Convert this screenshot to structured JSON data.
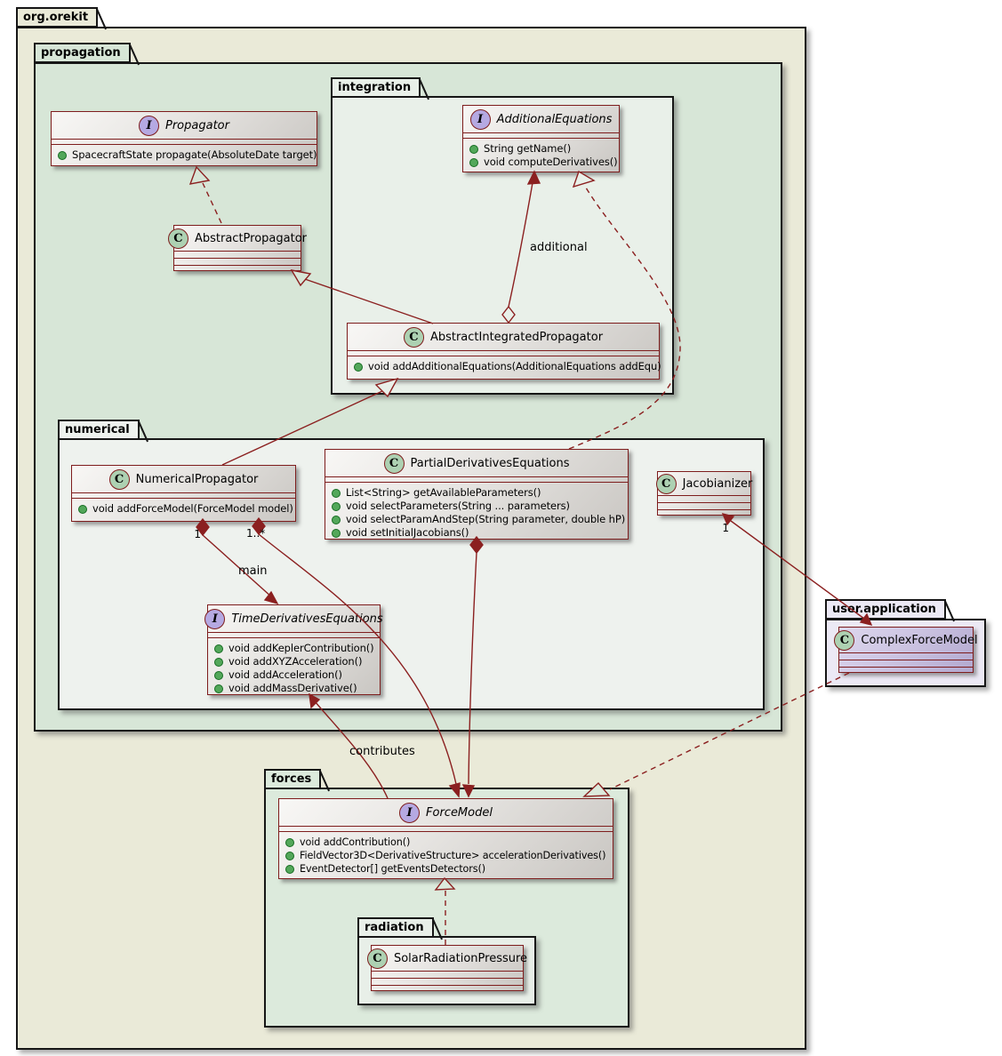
{
  "diagram_title": "Orekit propagation UML class diagram",
  "colors": {
    "edge_accent": "#8b2020",
    "class_border": "#7e1d1d",
    "interface_spot": "#b5a9e2",
    "class_spot": "#add1b2",
    "pkg_orekit_fill": "#eaead8",
    "pkg_propagation_fill": "#d7e6d7",
    "pkg_integration_fill": "#e9f0e9",
    "pkg_numerical_fill": "#eef2ee",
    "pkg_forces_fill": "#dceadc",
    "pkg_radiation_fill": "#e8efe8",
    "pkg_user_application_fill": "#ece9f5"
  },
  "icons": {
    "interface_letter": "I",
    "class_letter": "C"
  },
  "packages": {
    "org_orekit": "org.orekit",
    "propagation": "propagation",
    "integration": "integration",
    "numerical": "numerical",
    "forces": "forces",
    "radiation": "radiation",
    "user_application": "user.application"
  },
  "classes": [
    {
      "name": "Propagator",
      "kind": "interface",
      "methods": [
        "SpacecraftState propagate(AbsoluteDate target)"
      ]
    },
    {
      "name": "AbstractPropagator",
      "kind": "class",
      "methods": []
    },
    {
      "name": "AdditionalEquations",
      "kind": "interface",
      "methods": [
        "String getName()",
        "void computeDerivatives()"
      ]
    },
    {
      "name": "AbstractIntegratedPropagator",
      "kind": "class",
      "methods": [
        "void addAdditionalEquations(AdditionalEquations addEqu)"
      ]
    },
    {
      "name": "NumericalPropagator",
      "kind": "class",
      "methods": [
        "void addForceModel(ForceModel model)"
      ]
    },
    {
      "name": "PartialDerivativesEquations",
      "kind": "class",
      "methods": [
        "List<String> getAvailableParameters()",
        "void selectParameters(String ... parameters)",
        "void selectParamAndStep(String parameter, double hP)",
        "void setInitialJacobians()"
      ]
    },
    {
      "name": "Jacobianizer",
      "kind": "class",
      "methods": []
    },
    {
      "name": "TimeDerivativesEquations",
      "kind": "interface",
      "methods": [
        "void addKeplerContribution()",
        "void addXYZAcceleration()",
        "void addAcceleration()",
        "void addMassDerivative()"
      ]
    },
    {
      "name": "ComplexForceModel",
      "kind": "class",
      "methods": []
    },
    {
      "name": "ForceModel",
      "kind": "interface",
      "methods": [
        "void addContribution()",
        "FieldVector3D<DerivativeStructure> accelerationDerivatives()",
        "EventDetector[] getEventsDetectors()"
      ]
    },
    {
      "name": "SolarRadiationPressure",
      "kind": "class",
      "methods": []
    }
  ],
  "labels": {
    "additional": "additional",
    "main": "main",
    "contributes": "contributes",
    "mult_main": "1",
    "mult_forces": "1..*",
    "mult_jacobianizer": "1"
  },
  "relationships": [
    {
      "from": "AbstractPropagator",
      "to": "Propagator",
      "type": "realization"
    },
    {
      "from": "AbstractIntegratedPropagator",
      "to": "AbstractPropagator",
      "type": "extension"
    },
    {
      "from": "AbstractIntegratedPropagator",
      "to": "AdditionalEquations",
      "type": "aggregation",
      "label": "additional"
    },
    {
      "from": "PartialDerivativesEquations",
      "to": "AdditionalEquations",
      "type": "realization"
    },
    {
      "from": "NumericalPropagator",
      "to": "AbstractIntegratedPropagator",
      "type": "extension"
    },
    {
      "from": "NumericalPropagator",
      "to": "TimeDerivativesEquations",
      "type": "composition",
      "label": "main",
      "multiplicity": "1"
    },
    {
      "from": "NumericalPropagator",
      "to": "ForceModel",
      "type": "composition",
      "multiplicity": "1..*"
    },
    {
      "from": "PartialDerivativesEquations",
      "to": "ForceModel",
      "type": "composition"
    },
    {
      "from": "ForceModel",
      "to": "TimeDerivativesEquations",
      "type": "association",
      "label": "contributes"
    },
    {
      "from": "Jacobianizer",
      "to": "ComplexForceModel",
      "type": "bidirectional",
      "multiplicity": "1"
    },
    {
      "from": "ComplexForceModel",
      "to": "ForceModel",
      "type": "realization"
    },
    {
      "from": "SolarRadiationPressure",
      "to": "ForceModel",
      "type": "realization"
    }
  ]
}
